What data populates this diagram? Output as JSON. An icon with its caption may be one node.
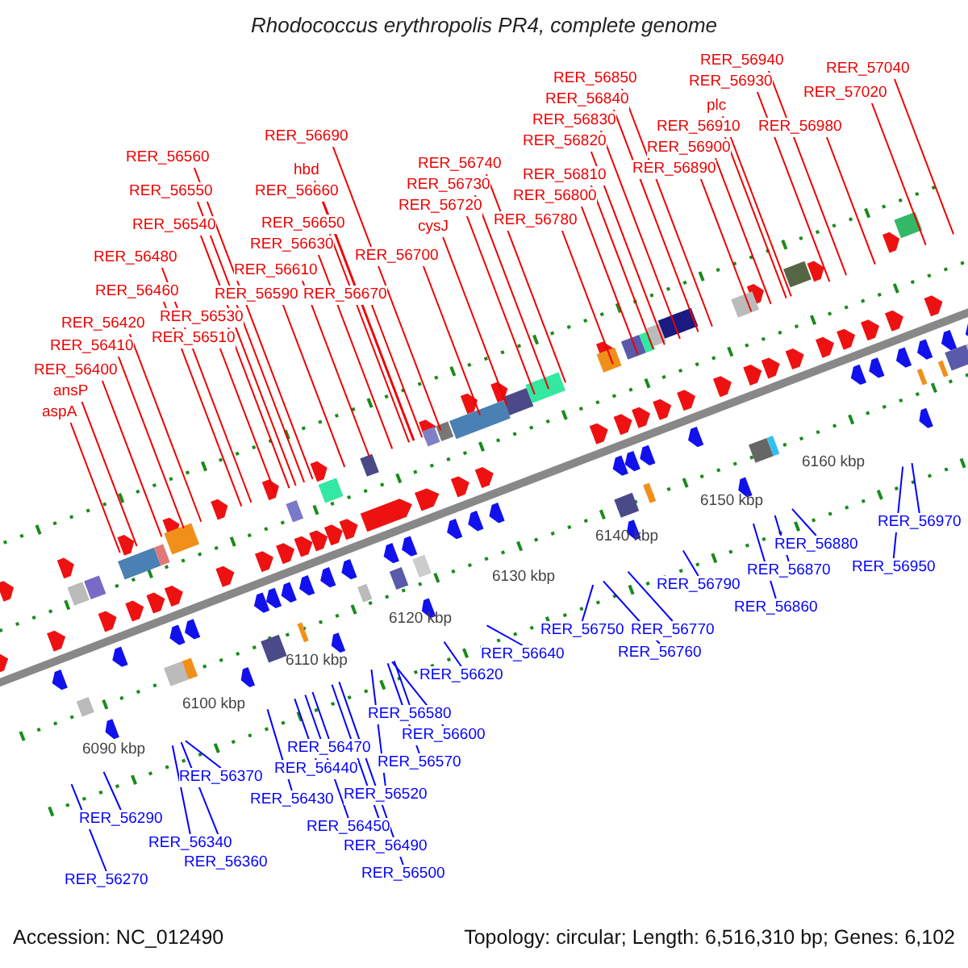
{
  "diagram": {
    "title": "Rhodococcus erythropolis PR4, complete genome",
    "nodes": [
      {
        "text": [
          "RER_56690"
        ]
      },
      {
        "text": [
          "RER_56560"
        ]
      },
      {
        "text": [
          "hbd"
        ]
      },
      {
        "text": [
          "RER_56550"
        ]
      },
      {
        "text": [
          "RER_56660"
        ]
      },
      {
        "text": [
          "RER_56740"
        ]
      },
      {
        "text": [
          "RER_56730"
        ]
      },
      {
        "text": [
          "RER_56720"
        ]
      },
      {
        "text": [
          "cysJ"
        ]
      },
      {
        "text": [
          "RER_56540"
        ]
      },
      {
        "text": [
          "RER_56650"
        ]
      },
      {
        "text": [
          "RER_56630"
        ]
      },
      {
        "text": [
          "RER_56700"
        ]
      },
      {
        "text": [
          "RER_56480"
        ]
      },
      {
        "text": [
          "RER_56610"
        ]
      },
      {
        "text": [
          "RER_56460"
        ]
      },
      {
        "text": [
          "RER_56590"
        ]
      },
      {
        "text": [
          "RER_56670"
        ]
      },
      {
        "text": [
          "RER_56530"
        ]
      },
      {
        "text": [
          "RER_56420"
        ]
      },
      {
        "text": [
          "RER_56510"
        ]
      },
      {
        "text": [
          "RER_56410"
        ]
      },
      {
        "text": [
          "RER_56400"
        ]
      },
      {
        "text": [
          "ansP"
        ]
      },
      {
        "text": [
          "aspA"
        ]
      },
      {
        "text": [
          "RER_56850"
        ]
      },
      {
        "text": [
          "RER_56840"
        ]
      },
      {
        "text": [
          "RER_56830"
        ]
      },
      {
        "text": [
          "RER_56820"
        ]
      },
      {
        "text": [
          "RER_56810"
        ]
      },
      {
        "text": [
          "RER_56800"
        ]
      },
      {
        "text": [
          "RER_56780"
        ]
      },
      {
        "text": [
          "RER_56940"
        ]
      },
      {
        "text": [
          "RER_56930"
        ]
      },
      {
        "text": [
          "plc"
        ]
      },
      {
        "text": [
          "RER_56910"
        ]
      },
      {
        "text": [
          "RER_56900"
        ]
      },
      {
        "text": [
          "RER_56890"
        ]
      },
      {
        "text": [
          "RER_56980"
        ]
      },
      {
        "text": [
          "RER_57040"
        ]
      },
      {
        "text": [
          "RER_57020"
        ]
      },
      {
        "text": [
          "RER_56270"
        ]
      },
      {
        "text": [
          "RER_56290"
        ]
      },
      {
        "text": [
          "RER_56340"
        ]
      },
      {
        "text": [
          "RER_56360"
        ]
      },
      {
        "text": [
          "RER_56370"
        ]
      },
      {
        "text": [
          "RER_56430"
        ]
      },
      {
        "text": [
          "RER_56440"
        ]
      },
      {
        "text": [
          "RER_56450"
        ]
      },
      {
        "text": [
          "RER_56470"
        ]
      },
      {
        "text": [
          "RER_56490"
        ]
      },
      {
        "text": [
          "RER_56500"
        ]
      },
      {
        "text": [
          "RER_56520"
        ]
      },
      {
        "text": [
          "RER_56570"
        ]
      },
      {
        "text": [
          "RER_56580"
        ]
      },
      {
        "text": [
          "RER_56600"
        ]
      },
      {
        "text": [
          "RER_56620"
        ]
      },
      {
        "text": [
          "RER_56640"
        ]
      },
      {
        "text": [
          "RER_56750"
        ]
      },
      {
        "text": [
          "RER_56760"
        ]
      },
      {
        "text": [
          "RER_56770"
        ]
      },
      {
        "text": [
          "RER_56790"
        ]
      },
      {
        "text": [
          "RER_56860"
        ]
      },
      {
        "text": [
          "RER_56870"
        ]
      },
      {
        "text": [
          "RER_56880"
        ]
      },
      {
        "text": [
          "RER_56950"
        ]
      },
      {
        "text": [
          "RER_56970"
        ]
      }
    ],
    "edges": [
      {
        "from": 0,
        "to": null,
        "arrow": "none"
      },
      {
        "from": 1,
        "to": null,
        "arrow": "none"
      },
      {
        "from": 2,
        "to": null,
        "arrow": "none"
      },
      {
        "from": 3,
        "to": null,
        "arrow": "none"
      },
      {
        "from": 4,
        "to": null,
        "arrow": "none"
      },
      {
        "from": 5,
        "to": null,
        "arrow": "none"
      },
      {
        "from": 6,
        "to": null,
        "arrow": "none"
      },
      {
        "from": 7,
        "to": null,
        "arrow": "none"
      },
      {
        "from": 8,
        "to": null,
        "arrow": "none"
      },
      {
        "from": 9,
        "to": null,
        "arrow": "none"
      },
      {
        "from": 10,
        "to": null,
        "arrow": "none"
      },
      {
        "from": 11,
        "to": null,
        "arrow": "none"
      },
      {
        "from": 12,
        "to": null,
        "arrow": "none"
      },
      {
        "from": 13,
        "to": null,
        "arrow": "none"
      },
      {
        "from": 14,
        "to": null,
        "arrow": "none"
      },
      {
        "from": 15,
        "to": null,
        "arrow": "none"
      },
      {
        "from": 16,
        "to": null,
        "arrow": "none"
      },
      {
        "from": 17,
        "to": null,
        "arrow": "none"
      },
      {
        "from": 18,
        "to": null,
        "arrow": "none"
      },
      {
        "from": 19,
        "to": null,
        "arrow": "none"
      },
      {
        "from": 20,
        "to": null,
        "arrow": "none"
      },
      {
        "from": 21,
        "to": null,
        "arrow": "none"
      },
      {
        "from": 22,
        "to": null,
        "arrow": "none"
      },
      {
        "from": 23,
        "to": null,
        "arrow": "none"
      },
      {
        "from": 24,
        "to": null,
        "arrow": "none"
      },
      {
        "from": 25,
        "to": null,
        "arrow": "none"
      },
      {
        "from": 26,
        "to": null,
        "arrow": "none"
      },
      {
        "from": 27,
        "to": null,
        "arrow": "none"
      },
      {
        "from": 28,
        "to": null,
        "arrow": "none"
      },
      {
        "from": 29,
        "to": null,
        "arrow": "none"
      },
      {
        "from": 30,
        "to": null,
        "arrow": "none"
      },
      {
        "from": 31,
        "to": null,
        "arrow": "none"
      },
      {
        "from": 32,
        "to": null,
        "arrow": "none"
      },
      {
        "from": 33,
        "to": null,
        "arrow": "none"
      },
      {
        "from": 34,
        "to": null,
        "arrow": "none"
      },
      {
        "from": 35,
        "to": null,
        "arrow": "none"
      },
      {
        "from": 36,
        "to": null,
        "arrow": "none"
      },
      {
        "from": 37,
        "to": null,
        "arrow": "none"
      },
      {
        "from": 38,
        "to": null,
        "arrow": "none"
      },
      {
        "from": 39,
        "to": null,
        "arrow": "none"
      },
      {
        "from": 40,
        "to": null,
        "arrow": "none"
      },
      {
        "from": 41,
        "to": null,
        "arrow": "none",
        "color": "#0000ff"
      },
      {
        "from": 42,
        "to": null,
        "arrow": "none",
        "color": "#0000ff"
      },
      {
        "from": 43,
        "to": null,
        "arrow": "none",
        "color": "#0000ff"
      },
      {
        "from": 44,
        "to": null,
        "arrow": "none",
        "color": "#0000ff"
      },
      {
        "from": 45,
        "to": null,
        "arrow": "none",
        "color": "#0000ff"
      },
      {
        "from": 46,
        "to": null,
        "arrow": "none",
        "color": "#0000ff"
      },
      {
        "from": 47,
        "to": null,
        "arrow": "none",
        "color": "#0000ff"
      },
      {
        "from": 48,
        "to": null,
        "arrow": "none",
        "color": "#0000ff"
      },
      {
        "from": 49,
        "to": null,
        "arrow": "none",
        "color": "#0000ff"
      },
      {
        "from": 50,
        "to": null,
        "arrow": "none",
        "color": "#0000ff"
      },
      {
        "from": 51,
        "to": null,
        "arrow": "none",
        "color": "#0000ff"
      },
      {
        "from": 52,
        "to": null,
        "arrow": "none",
        "color": "#0000ff"
      },
      {
        "from": 53,
        "to": null,
        "arrow": "none",
        "color": "#0000ff"
      },
      {
        "from": 54,
        "to": null,
        "arrow": "none",
        "color": "#0000ff"
      },
      {
        "from": 55,
        "to": null,
        "arrow": "none",
        "color": "#0000ff"
      },
      {
        "from": 56,
        "to": null,
        "arrow": "none",
        "color": "#0000ff"
      },
      {
        "from": 57,
        "to": null,
        "arrow": "none",
        "color": "#0000ff"
      },
      {
        "from": 58,
        "to": null,
        "arrow": "none",
        "color": "#0000ff"
      },
      {
        "from": 59,
        "to": null,
        "arrow": "none",
        "color": "#0000ff"
      },
      {
        "from": 60,
        "to": null,
        "arrow": "none",
        "color": "#0000ff"
      },
      {
        "from": 61,
        "to": null,
        "arrow": "none",
        "color": "#0000ff"
      },
      {
        "from": 62,
        "to": null,
        "arrow": "none",
        "color": "#0000ff"
      },
      {
        "from": 63,
        "to": null,
        "arrow": "none",
        "color": "#0000ff"
      },
      {
        "from": 64,
        "to": null,
        "arrow": "none",
        "color": "#0000ff"
      },
      {
        "from": 65,
        "to": null,
        "arrow": "none",
        "color": "#0000ff"
      },
      {
        "from": 66,
        "to": null,
        "arrow": "none",
        "color": "#0000ff"
      }
    ],
    "labels": [
      "6090 kbp",
      "6100 kbp",
      "6110 kbp",
      "6120 kbp",
      "6130 kbp",
      "6140 kbp",
      "6150 kbp",
      "6160 kbp",
      "Accession: NC_012490",
      "Topology: circular; Length: 6,516,310 bp; Genes: 6,102"
    ]
  }
}
